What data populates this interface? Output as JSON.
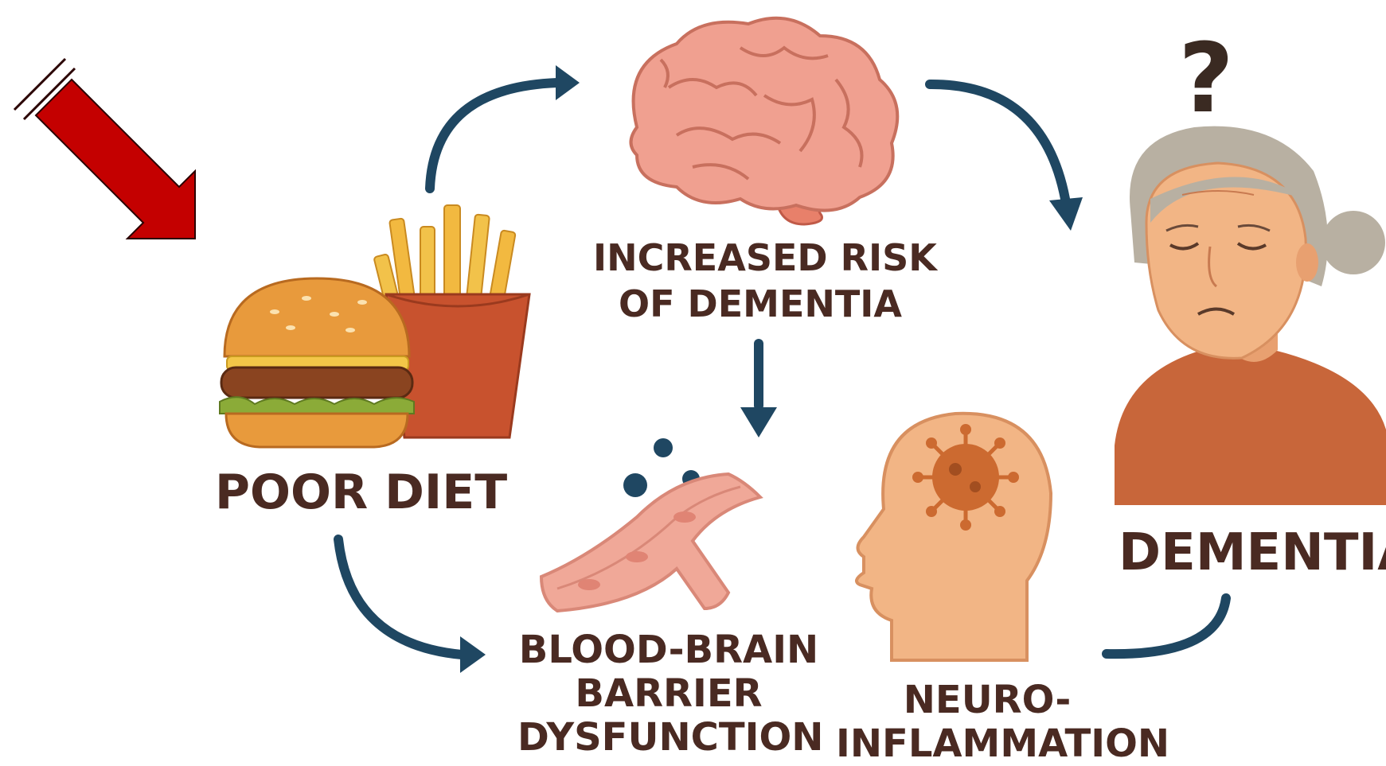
{
  "labels": {
    "poor_diet": "POOR DIET",
    "risk_line1": "INCREASED RISK",
    "risk_line2": "OF DEMENTIA",
    "bbb_line1": "BLOOD-BRAIN",
    "bbb_line2": "BARRIER",
    "bbb_line3": "DYSFUNCTION",
    "neuro_line1": "NEURO-",
    "neuro_line2": "INFLAMMATION",
    "dementia": "DEMENTIA",
    "question_mark": "?"
  },
  "icons": {
    "pointer": "red-arrow-icon",
    "food": "burger-fries-icon",
    "brain": "brain-icon",
    "vessel": "blood-vessel-icon",
    "head": "inflamed-head-icon",
    "person": "elderly-woman-icon"
  },
  "colors": {
    "label_text": "#4a2a22",
    "flow_arrow": "#1f4762",
    "red_arrow": "#c40000",
    "brain": "#f0a090",
    "skin": "#f2b585",
    "shirt": "#c8663a"
  }
}
